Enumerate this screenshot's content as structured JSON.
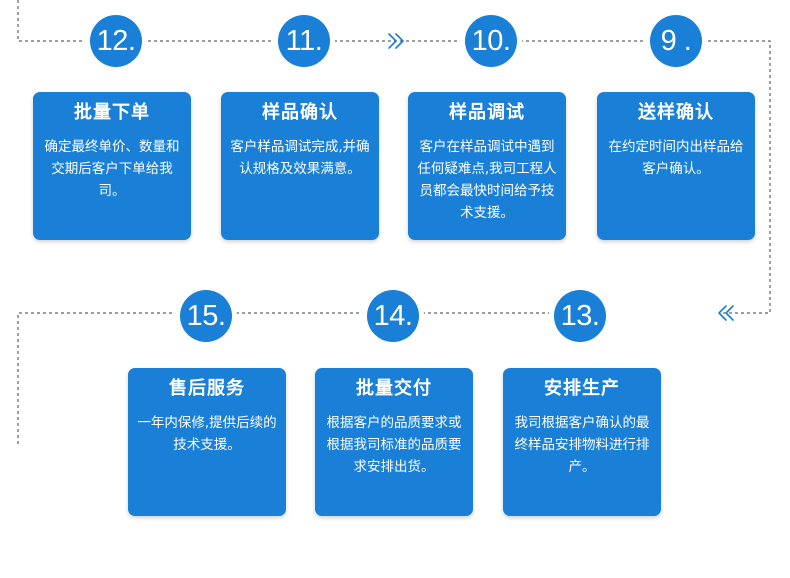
{
  "colors": {
    "accent": "#1a7fd6",
    "connector": "#3a3f4a",
    "arrow": "#1a7fd6"
  },
  "icons": [
    "double-chevron-right-icon",
    "double-chevron-left-icon"
  ],
  "steps": [
    {
      "number": "9 .",
      "title": "送样确认",
      "description": "在约定时间内出样品给客户确认。"
    },
    {
      "number": "10.",
      "title": "样品调试",
      "description": "客户在样品调试中遇到任何疑难点,我司工程人员都会最快时间给予技术支援。"
    },
    {
      "number": "11.",
      "title": "样品确认",
      "description": "客户样品调试完成,并确认规格及效果满意。"
    },
    {
      "number": "12.",
      "title": "批量下单",
      "description": "确定最终单价、数量和交期后客户下单给我司。"
    },
    {
      "number": "13.",
      "title": "安排生产",
      "description": "我司根据客户确认的最终样品安排物料进行排产。"
    },
    {
      "number": "14.",
      "title": "批量交付",
      "description": "根据客户的品质要求或根据我司标准的品质要求安排出货。"
    },
    {
      "number": "15.",
      "title": "售后服务",
      "description": "一年内保修,提供后续的技术支援。"
    }
  ]
}
